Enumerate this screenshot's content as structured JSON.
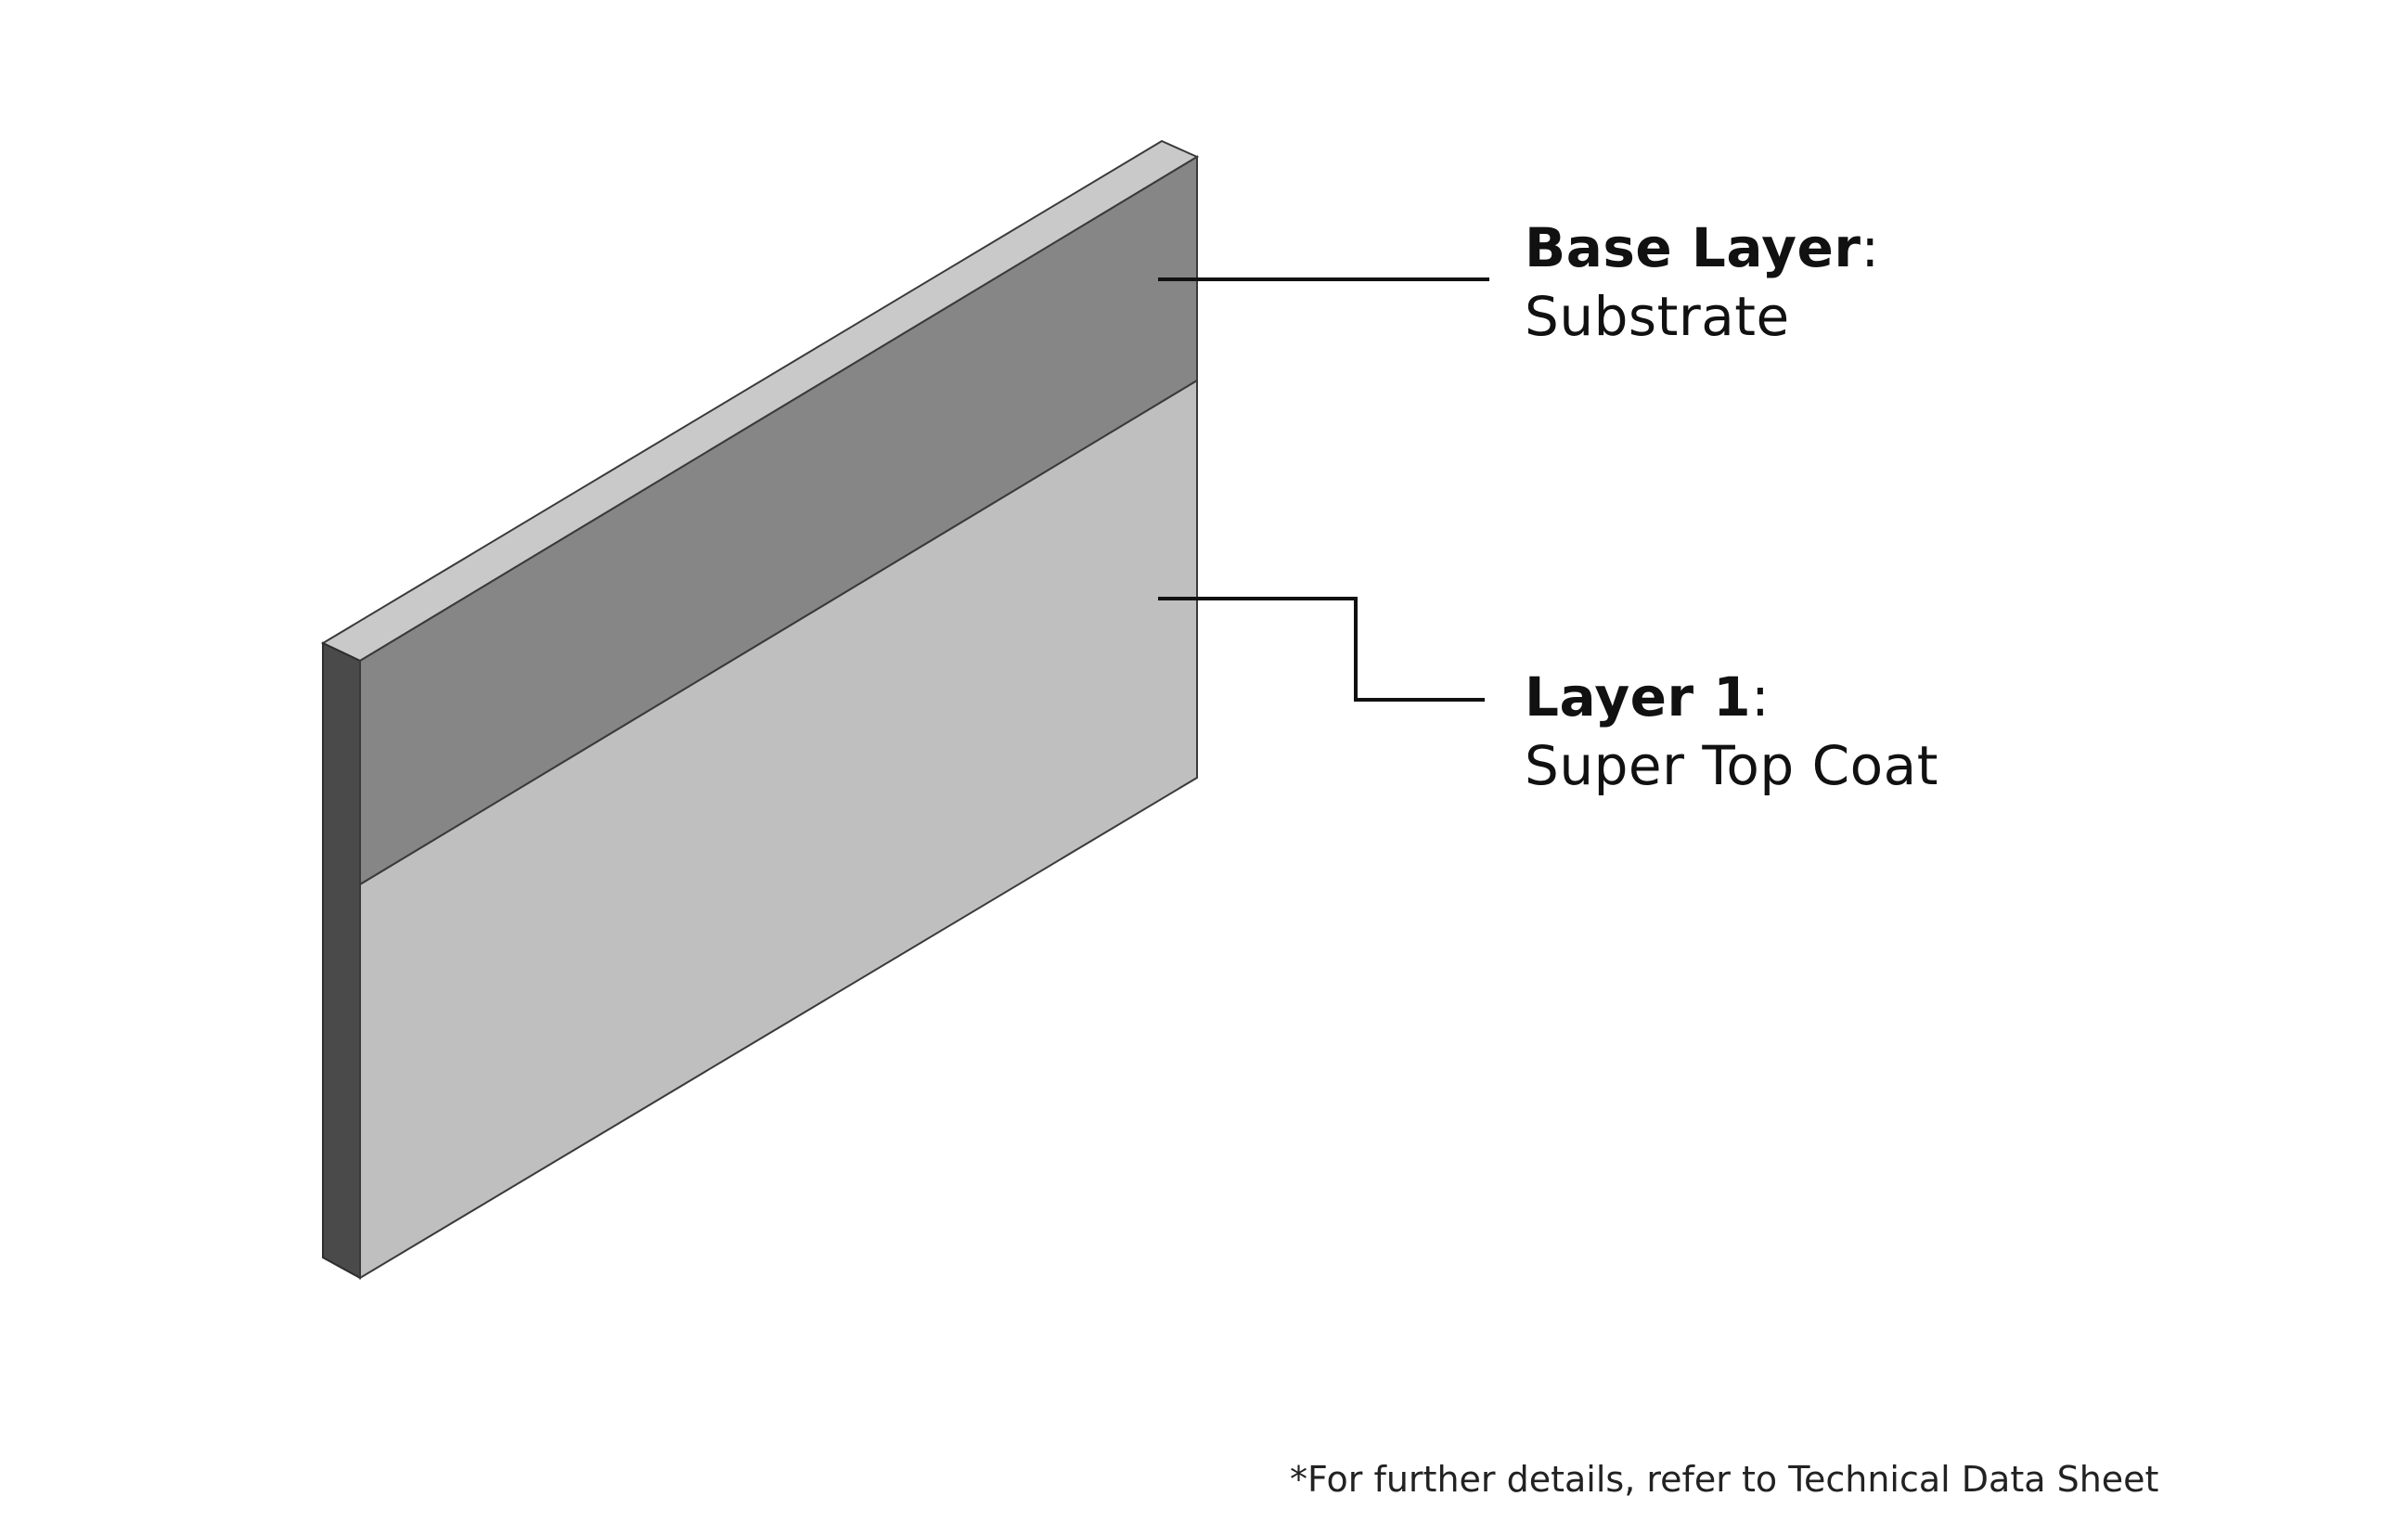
{
  "layers": [
    {
      "title": "Base Layer",
      "colon": ":",
      "subtitle": "Substrate",
      "color": "#868686"
    },
    {
      "title": "Layer 1",
      "colon": ":",
      "subtitle": "Super Top Coat",
      "color": "#bfbfbf"
    }
  ],
  "colors": {
    "panel_top_edge": "#c9c9c9",
    "panel_side_edge": "#4a4a4a",
    "outline": "#3a3a3a",
    "leader_line": "#111111"
  },
  "footnote": "*For further details, refer to Technical Data Sheet"
}
